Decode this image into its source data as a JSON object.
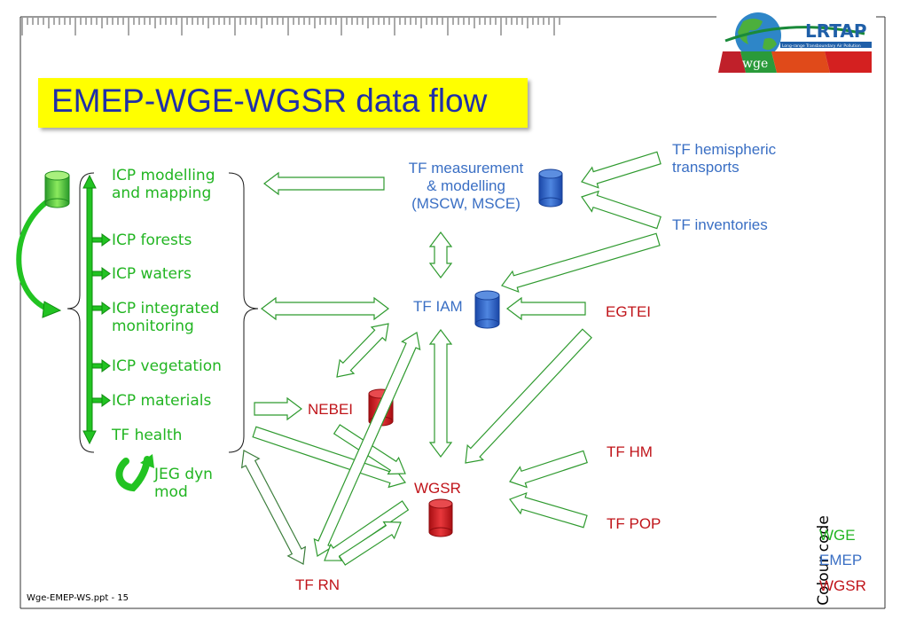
{
  "title": "EMEP-WGE-WGSR data flow",
  "footer": "Wge-EMEP-WS.ppt - 15",
  "logo": {
    "name": "LRTAP",
    "subtitle": "Long-range Transboundary Air Pollution",
    "badge": "wge"
  },
  "wge_items": {
    "icp_modelling": [
      "ICP modelling",
      "and mapping"
    ],
    "icp_forests": "ICP forests",
    "icp_waters": "ICP waters",
    "icp_integrated": [
      "ICP integrated",
      "monitoring"
    ],
    "icp_vegetation": "ICP vegetation",
    "icp_materials": "ICP materials",
    "tf_health": "TF health",
    "jeg": [
      "JEG dyn",
      "mod"
    ]
  },
  "emep_items": {
    "tf_measurement": [
      "TF measurement",
      "& modelling",
      "(MSCW, MSCE)"
    ],
    "tf_hemispheric": [
      "TF hemispheric",
      "transports"
    ],
    "tf_inventories": "TF inventories",
    "tf_iam": "TF IAM"
  },
  "wgsr_items": {
    "egtei": "EGTEI",
    "nebei": "NEBEI",
    "wgsr": "WGSR",
    "tf_hm": "TF HM",
    "tf_pop": "TF POP",
    "tf_rn": "TF RN"
  },
  "legend": {
    "label": "Colour code",
    "wge": "WGE",
    "emep": "EMEP",
    "wgsr": "WGSR"
  },
  "colors": {
    "wge": "#22b522",
    "emep": "#3a6fc4",
    "wgsr": "#c0141a",
    "title_bg": "#ffff00",
    "title_text": "#1f2fa8"
  }
}
